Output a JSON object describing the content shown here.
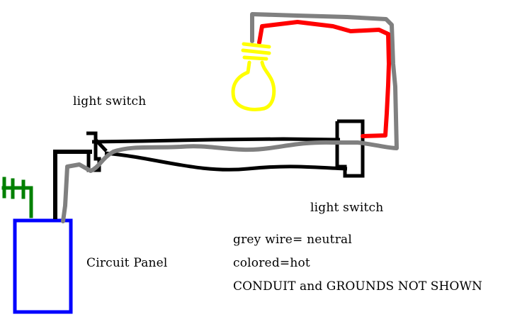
{
  "labels": {
    "switch_top": "light switch",
    "switch_right": "light switch",
    "panel": "Circuit Panel",
    "legend_neutral": "grey wire= neutral",
    "legend_hot": "colored=hot",
    "legend_note": "CONDUIT and GROUNDS NOT SHOWN"
  },
  "colors": {
    "hot_wire": "#000000",
    "neutral_wire": "#808080",
    "switch_leg": "#ff0000",
    "panel": "#0000ff",
    "ground": "#008000",
    "bulb": "#ffff00"
  }
}
